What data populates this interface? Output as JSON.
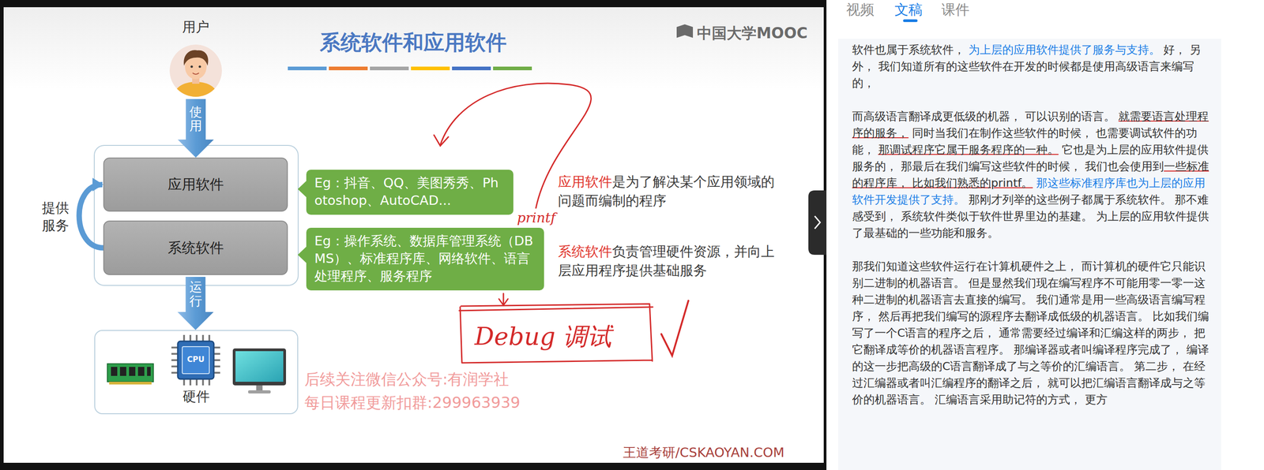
{
  "diagram": {
    "title": "系统软件和应用软件",
    "nodes": [
      {
        "text": [
          "用户"
        ]
      },
      {
        "text": [
          "应用软件"
        ]
      },
      {
        "text": [
          "系统软件"
        ]
      },
      {
        "text": [
          "硬件"
        ]
      },
      {
        "text": [
          "Eg：抖音、QQ、美图秀秀、Photoshop、AutoCAD..."
        ]
      },
      {
        "text": [
          "Eg：操作系统、数据库管理系统（DBMS）、标准程序库、网络软件、语言处理程序、服务程序"
        ]
      }
    ],
    "edges": [
      {
        "from": 0,
        "to": 1,
        "label": "使用",
        "arrow": "to"
      },
      {
        "from": 2,
        "to": 1,
        "label": "提供服务",
        "arrow": "to"
      },
      {
        "from": 2,
        "to": 3,
        "label": "运行",
        "arrow": "to"
      }
    ],
    "labels": [
      "中国大学MOOC",
      "应用软件",
      "是为了解决某个应用领域的问题而编制的程序",
      "系统软件",
      "负责管理硬件资源，并向上层应用程序提供基础服务",
      "printf",
      "Debug 调试",
      "后续关注微信公众号:有润学社",
      "每日课程更新扣群:299963939",
      "王道考研/CSKAOYAN.COM",
      "视频",
      "文稿",
      "课件",
      "软件也属于系统软件，",
      "为上层的应用软件提供了服务与支持。",
      "好， 另外， 我们知道所有的这些软件在开发的时候都是使用高级语言来编写的，",
      "而高级语言翻译成更低级的机器， 可以识别的语言。",
      "就需要语言处理程序的服务，",
      "同时当我们在制作这些软件的时候， 也需要调试软件的功能，",
      "那调试程序它属于服务程序的一种。",
      "它也是为上层的应用软件提供服务的， 那最后在我们编写这些软件的时候， 我们也会使用到",
      "一些标准的程序库， 比如我们熟悉的printf。",
      "那这些标准程序库也为上层的应用软件开发提供了支持。",
      "那刚才列举的这些例子都属于系统软件。 那不难感受到， 系统软件类似于软件世界里边的基建。 为上层的应用软件提供了最基础的一些功能和服务。",
      "那我们知道这些软件运行在计算机硬件之上， 而计算机的硬件它只能识别二进制的机器语言。 但是显然我们现在编写程序不可能用零一零一这种二进制的机器语言去直接的编写。 我们通常是用一些高级语言编写程序， 然后再把我们编写的源程序去翻译成低级的机器语言。 比如我们编写了一个C语言的程序之后， 通常需要经过编译和汇编这样的两步， 把它翻译成等价的机器语言程序。 那编译器或者叫编译程序完成了， 编译的这一步把高级的C语言翻译成了与之等价的汇编语言。 第二步， 在经过汇编器或者叫汇编程序的翻译之后， 就可以把汇编语言翻译成与之等价的机器语言。 汇编语言采用助记符的方式， 更方",
      "CPU"
    ]
  }
}
